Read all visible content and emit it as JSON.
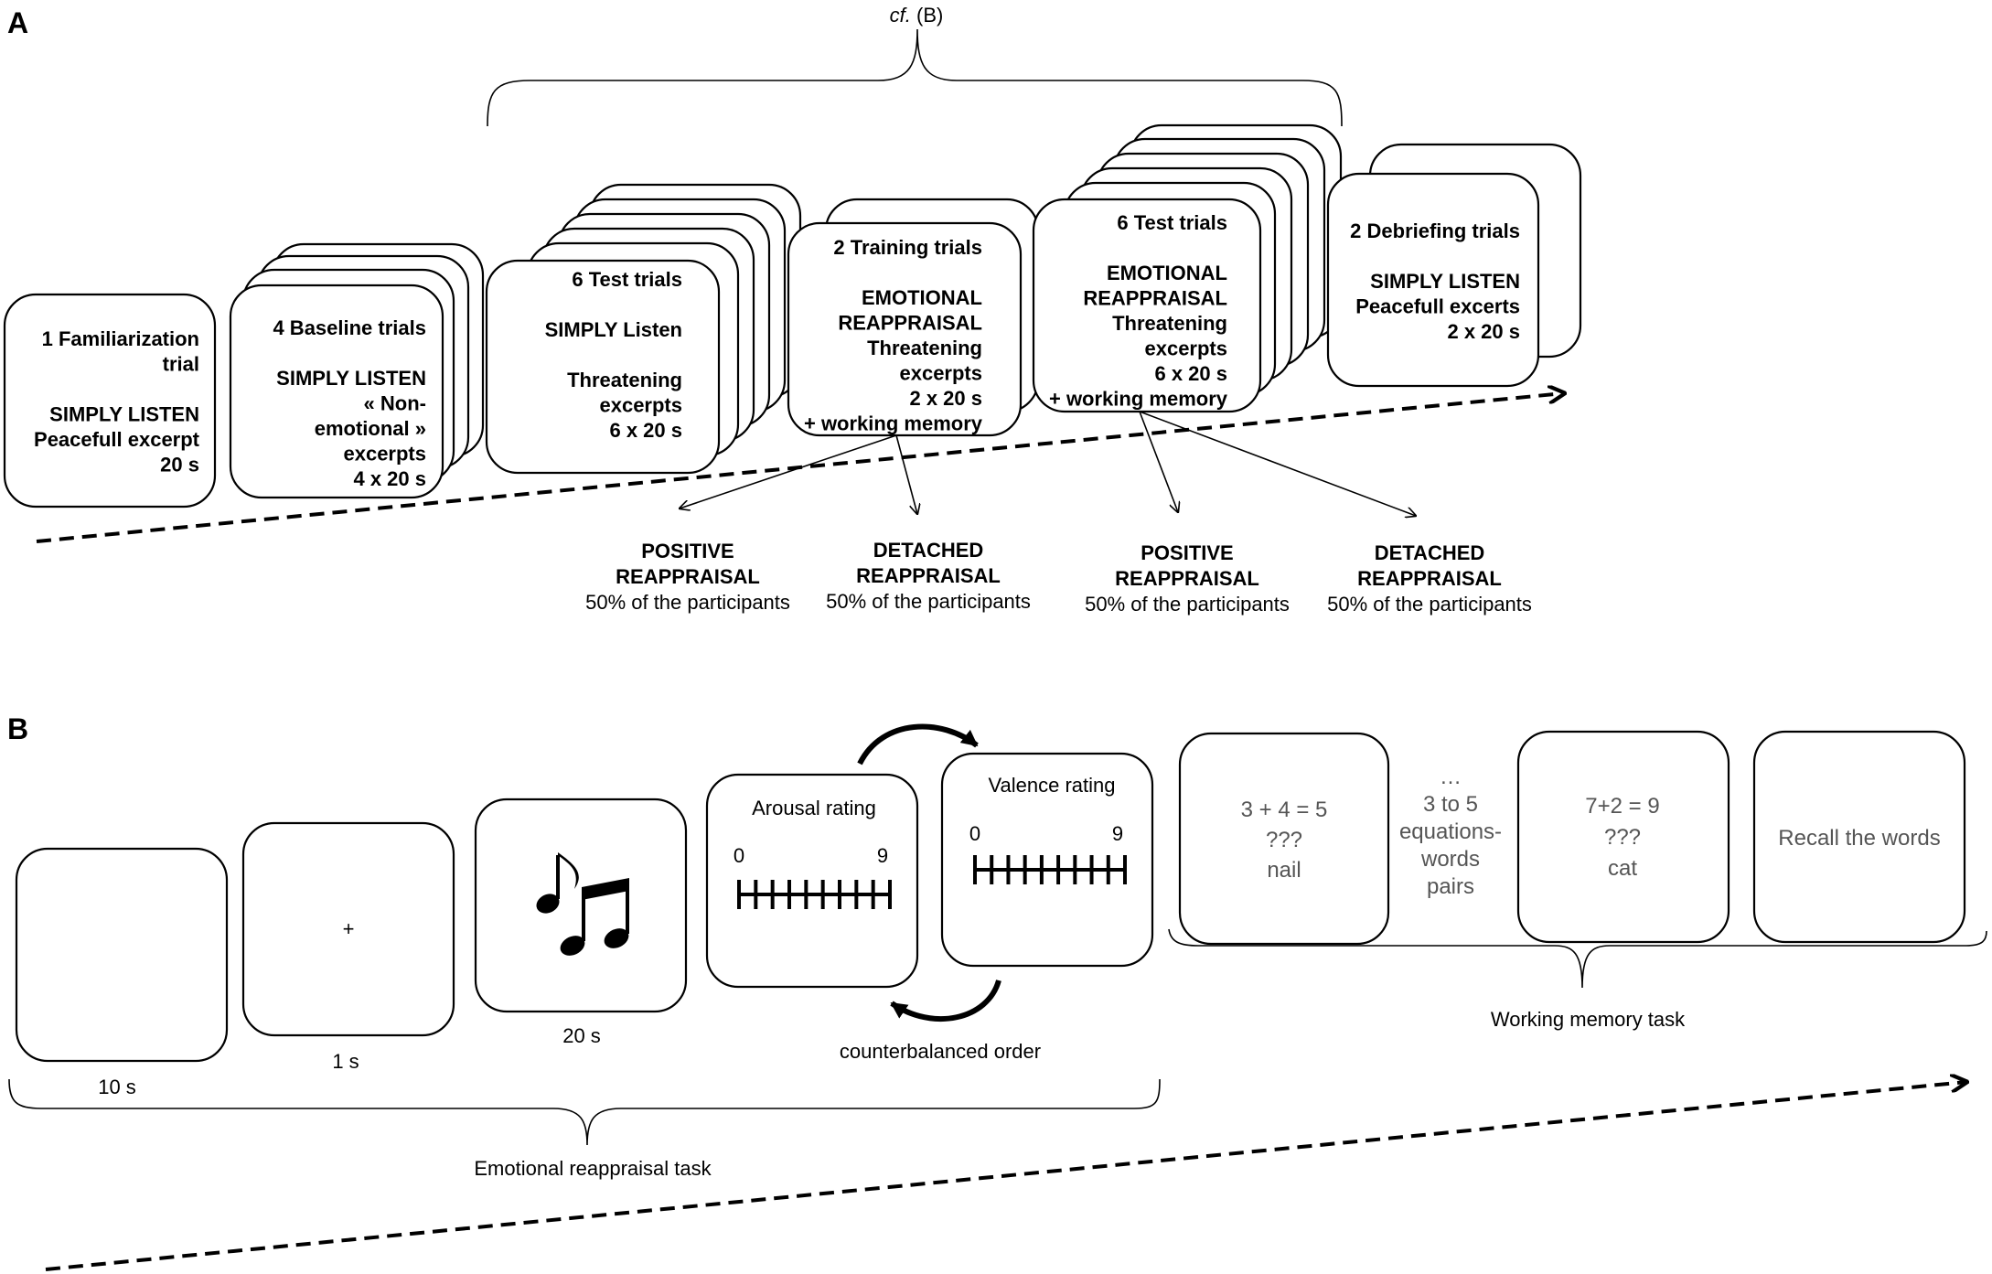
{
  "panels": {
    "a": "A",
    "b": "B"
  },
  "panel_a": {
    "cf_label": {
      "em": "cf.",
      "rest": " (B)"
    },
    "familiarization": [
      "1 Familiarization",
      "trial",
      "",
      "SIMPLY LISTEN",
      "Peacefull excerpt",
      "20 s"
    ],
    "baseline": [
      "4 Baseline trials",
      "",
      "SIMPLY LISTEN",
      "« Non-",
      "emotional »",
      "excerpts",
      "4 x 20 s"
    ],
    "test1": [
      "6 Test trials",
      "",
      "SIMPLY Listen",
      "",
      "Threatening",
      "excerpts",
      "6 x 20 s"
    ],
    "training": [
      "2 Training trials",
      "",
      "EMOTIONAL",
      "REAPPRAISAL",
      "Threatening",
      "excerpts",
      "2 x 20 s",
      "+ working memory"
    ],
    "test2": [
      "6 Test trials",
      "",
      "EMOTIONAL",
      "REAPPRAISAL",
      "Threatening",
      "excerpts",
      "6 x 20 s",
      "+ working memory"
    ],
    "debriefing": [
      "2 Debriefing trials",
      "",
      "SIMPLY LISTEN",
      "Peacefull excerts",
      "2 x 20 s"
    ],
    "outcomes": [
      {
        "title1": "POSITIVE",
        "title2": "REAPPRAISAL",
        "note": "50% of the participants"
      },
      {
        "title1": "DETACHED",
        "title2": "REAPPRAISAL",
        "note": "50% of the participants"
      },
      {
        "title1": "POSITIVE",
        "title2": "REAPPRAISAL",
        "note": "50% of the participants"
      },
      {
        "title1": "DETACHED",
        "title2": "REAPPRAISAL",
        "note": "50% of the participants"
      }
    ]
  },
  "panel_b": {
    "blank_duration": "10 s",
    "fixation_symbol": "+",
    "fixation_duration": "1 s",
    "music_duration": "20 s",
    "arousal": {
      "title": "Arousal rating",
      "min": "0",
      "max": "9"
    },
    "valence": {
      "title": "Valence rating",
      "min": "0",
      "max": "9"
    },
    "counterbalanced": "counterbalanced order",
    "wm_card1": [
      "3 + 4 = 5",
      "???",
      "nail"
    ],
    "wm_between": [
      "…",
      "3 to 5",
      "equations-",
      "words",
      "pairs"
    ],
    "wm_card2": [
      "7+2 = 9",
      "???",
      "cat"
    ],
    "recall": "Recall the words",
    "wm_label": "Working memory task",
    "task_label": "Emotional reappraisal task"
  }
}
